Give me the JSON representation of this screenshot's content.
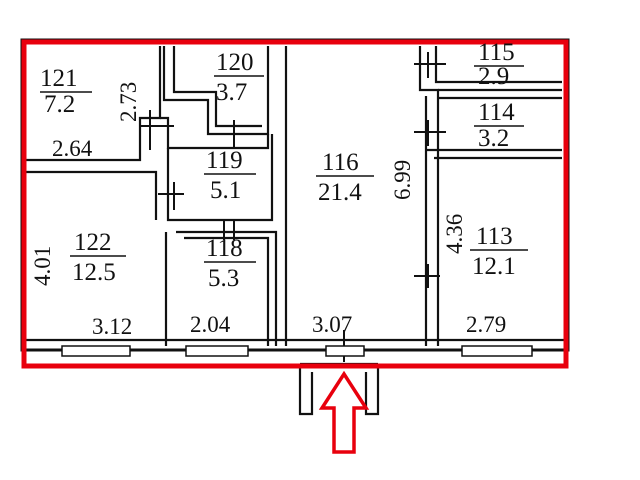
{
  "plan": {
    "rooms": [
      {
        "id": "121",
        "area": "7.2",
        "dim": "2.64",
        "side_dim": "2.73"
      },
      {
        "id": "120",
        "area": "3.7"
      },
      {
        "id": "119",
        "area": "5.1"
      },
      {
        "id": "122",
        "area": "12.5",
        "dim": "3.12",
        "side_dim": "4.01"
      },
      {
        "id": "118",
        "area": "5.3",
        "dim": "2.04"
      },
      {
        "id": "116",
        "area": "21.4",
        "dim": "3.07",
        "side_dim": "6.99"
      },
      {
        "id": "115",
        "area": "2.9"
      },
      {
        "id": "114",
        "area": "3.2"
      },
      {
        "id": "113",
        "area": "12.1",
        "dim": "2.79",
        "side_dim": "4.36"
      }
    ],
    "colors": {
      "highlight": "#e8000d",
      "walls": "#111111"
    },
    "icons": {
      "entrance": "entrance-arrow-icon"
    }
  }
}
